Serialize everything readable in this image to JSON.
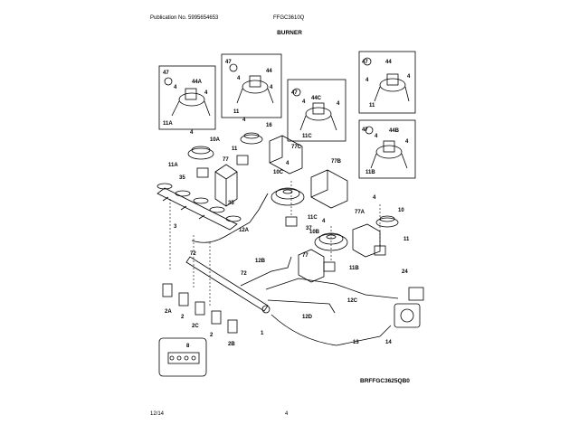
{
  "header": {
    "publication": "Publication No. 5995654653",
    "model": "FFGC3610Q",
    "section_title": "BURNER"
  },
  "footer": {
    "date": "12/14",
    "page": "4"
  },
  "diagram": {
    "ref_code": "BRFFGC3625QB0",
    "inset_labels": {
      "inset_11a": [
        "47",
        "4",
        "44A",
        "4",
        "11A"
      ],
      "inset_11": [
        "47",
        "4",
        "44",
        "4",
        "11"
      ],
      "inset_11c": [
        "47",
        "4",
        "44C",
        "4",
        "11C"
      ],
      "inset_11_right": [
        "47",
        "4",
        "44",
        "4",
        "11"
      ],
      "inset_11b": [
        "47",
        "4",
        "44B",
        "4",
        "11B"
      ]
    },
    "part_labels": [
      "4",
      "10A",
      "11A",
      "35",
      "77",
      "11",
      "4",
      "16",
      "77C",
      "4",
      "10C",
      "77B",
      "11C",
      "37",
      "35",
      "3",
      "12A",
      "72",
      "72",
      "12B",
      "2A",
      "2",
      "2C",
      "2",
      "2B",
      "1",
      "10B",
      "77",
      "4",
      "77A",
      "4",
      "10",
      "11",
      "11B",
      "12C",
      "12D",
      "24",
      "13",
      "14",
      "8"
    ]
  }
}
